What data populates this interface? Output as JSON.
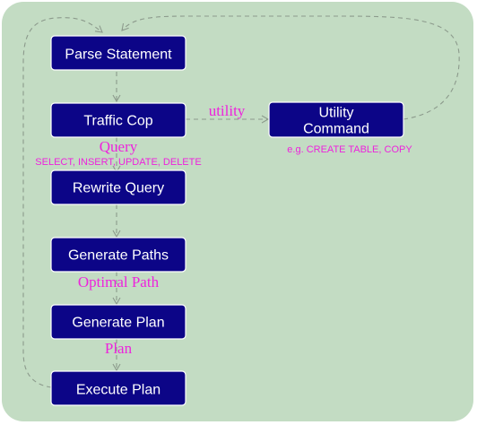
{
  "nodes": {
    "parse": "Parse Statement",
    "traffic": "Traffic Cop",
    "rewrite": "Rewrite Query",
    "paths": "Generate Paths",
    "plan": "Generate Plan",
    "execute": "Execute Plan",
    "utility_line1": "Utility",
    "utility_line2": "Command"
  },
  "labels": {
    "query": "Query",
    "query_examples": "SELECT, INSERT, UPDATE, DELETE",
    "utility": "utility",
    "utility_examples": "e.g. CREATE TABLE, COPY",
    "optimal_path": "Optimal Path",
    "plan": "Plan"
  },
  "colors": {
    "background": "#c3dcc3",
    "node_fill": "#0c0587",
    "label": "#ee22dd",
    "edge": "#8c9a8c"
  }
}
